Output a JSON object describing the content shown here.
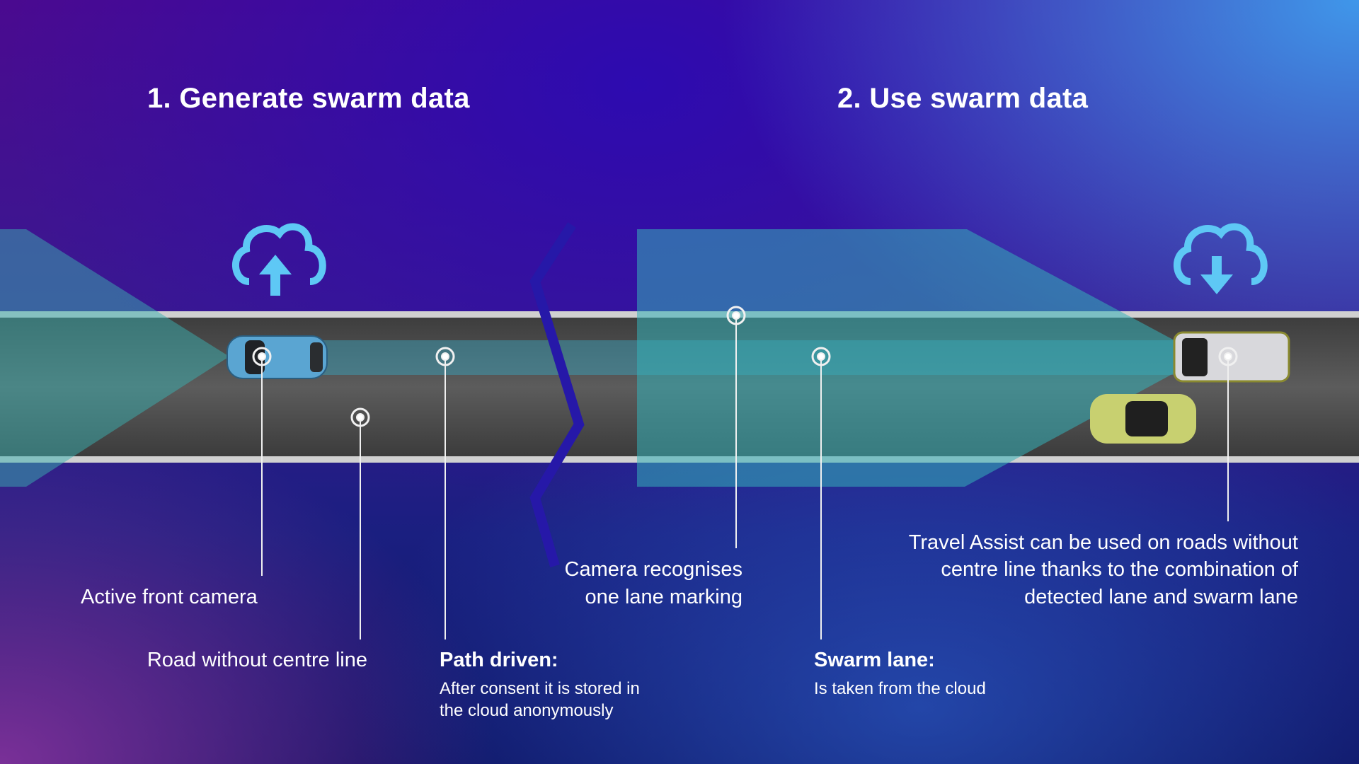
{
  "titles": {
    "generate": "1. Generate swarm data",
    "use": "2. Use swarm data"
  },
  "icons": [
    "cloud-upload-icon",
    "cloud-download-icon",
    "location-marker-icon"
  ],
  "colors": {
    "cyan": "#5ec8f5",
    "teal": "#3aa6a8",
    "road": "#555555"
  },
  "labels": {
    "active_camera": "Active front camera",
    "road_without": "Road without centre line",
    "path_driven_title": "Path driven:",
    "path_driven_line1": "After consent it is stored in",
    "path_driven_line2": "the cloud anonymously",
    "camera_line1": "Camera recognises",
    "camera_line2": "one lane marking",
    "swarm_title": "Swarm lane:",
    "swarm_sub": "Is taken from the cloud",
    "travel_line1": "Travel Assist can be used on roads without",
    "travel_line2": "centre line thanks to the combination of",
    "travel_line3": "detected lane and swarm lane"
  }
}
